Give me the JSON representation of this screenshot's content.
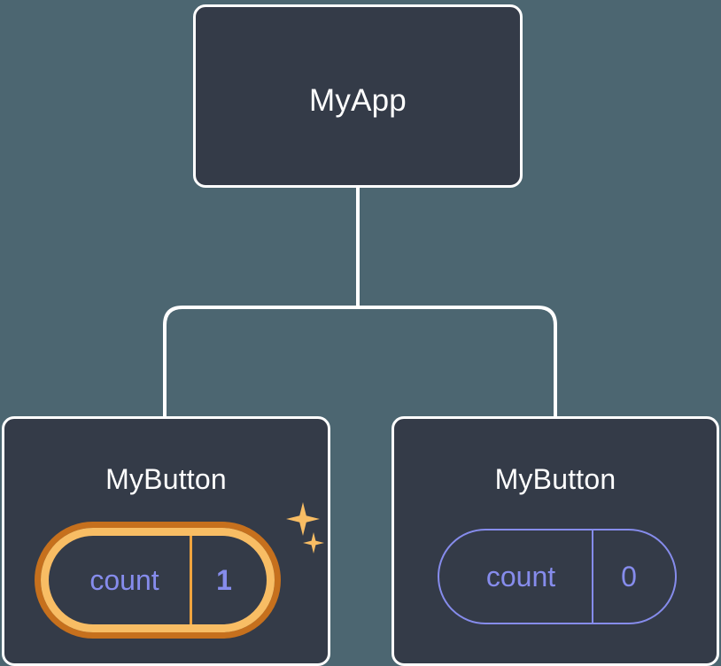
{
  "diagram": {
    "type": "component-tree",
    "background_color": "#4c6671",
    "node_fill_color": "#343b48",
    "node_border_color": "#ffffff",
    "state_color": "#868cec",
    "highlight_outer_color": "#c6701d",
    "highlight_inner_color": "#f8bd64",
    "connector_color": "#ffffff"
  },
  "root": {
    "label": "MyApp"
  },
  "children": [
    {
      "label": "MyButton",
      "state": {
        "key": "count",
        "value": "1"
      },
      "highlighted": true,
      "sparkles": [
        "sparkle-large-icon",
        "sparkle-small-icon"
      ]
    },
    {
      "label": "MyButton",
      "state": {
        "key": "count",
        "value": "0"
      },
      "highlighted": false
    }
  ],
  "edges": {
    "root_to_branch_label": "root-to-children-connector",
    "left_branch_label": "edge-root-to-left-child",
    "right_branch_label": "edge-root-to-right-child"
  }
}
